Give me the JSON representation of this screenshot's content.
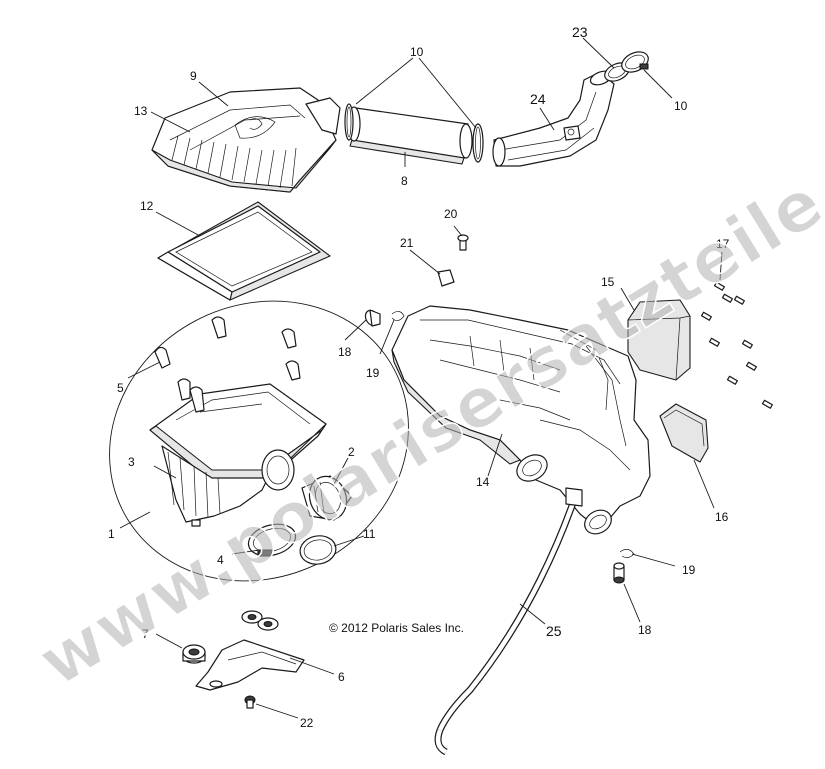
{
  "diagram": {
    "copyright": "© 2012 Polaris Sales Inc.",
    "watermark": "www.polarisersatzteile.de",
    "callouts": {
      "c1": "1",
      "c2": "2",
      "c3": "3",
      "c4": "4",
      "c5": "5",
      "c6": "6",
      "c7": "7",
      "c8": "8",
      "c9": "9",
      "c10a": "10",
      "c10b": "10",
      "c11": "11",
      "c12": "12",
      "c13": "13",
      "c14": "14",
      "c15": "15",
      "c16": "16",
      "c17": "17",
      "c18a": "18",
      "c18b": "18",
      "c19a": "19",
      "c19b": "19",
      "c20": "20",
      "c21": "21",
      "c22": "22",
      "c23": "23",
      "c24": "24",
      "c25": "25"
    }
  }
}
